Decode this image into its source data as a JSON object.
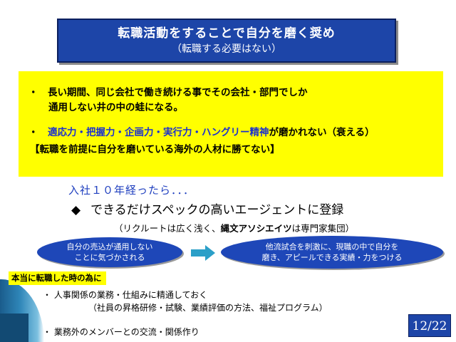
{
  "title": {
    "main": "転職活動をすることで自分を磨く奨め",
    "sub": "（転職する必要はない）"
  },
  "yellow_box": {
    "bullet1_line1": "・　長い期間、同じ会社で働き続ける事でその会社・部門でしか",
    "bullet1_line2": "通用しない井の中の蛙になる。",
    "bullet2_prefix": "・　",
    "bullet2_blue": "適応力・把握力・企画力・実行力・ハングリー精神",
    "bullet2_rest": "が磨かれない（衰える）",
    "bracket_line": "【転職を前提に自分を磨いている海外の人材に勝てない】"
  },
  "after_ten_years": "入社１０年経ったら．．．",
  "agent": {
    "diamond": "◆",
    "text": "できるだけスペックの高いエージェントに登録"
  },
  "recruit": {
    "part1": "（リクルートは広く浅く、",
    "bold": "縄文アソシエイツ",
    "part2": "は専門家集団）"
  },
  "oval_left": {
    "line1": "自分の売込が通用しない",
    "line2": "ことに気づかされる"
  },
  "oval_right": {
    "line1": "他流試合を刺激に、現職の中で自分を",
    "line2": "磨き、アピールできる実績・力をつける"
  },
  "when_label": "本当に転職した時の為に",
  "bullets": {
    "item1": "・  人事関係の業務・仕組みに精通しておく",
    "item1_sub": "（社員の昇格研修・試験、業績評価の方法、福祉プログラム）",
    "item2": "・  業務外のメンバーとの交流・関係作り"
  },
  "page_number": "12/22",
  "colors": {
    "title_bg": "#1d45a8",
    "highlight": "#ffff00",
    "accent_blue": "#1a2fd0",
    "arrow": "#2b9fc8"
  }
}
